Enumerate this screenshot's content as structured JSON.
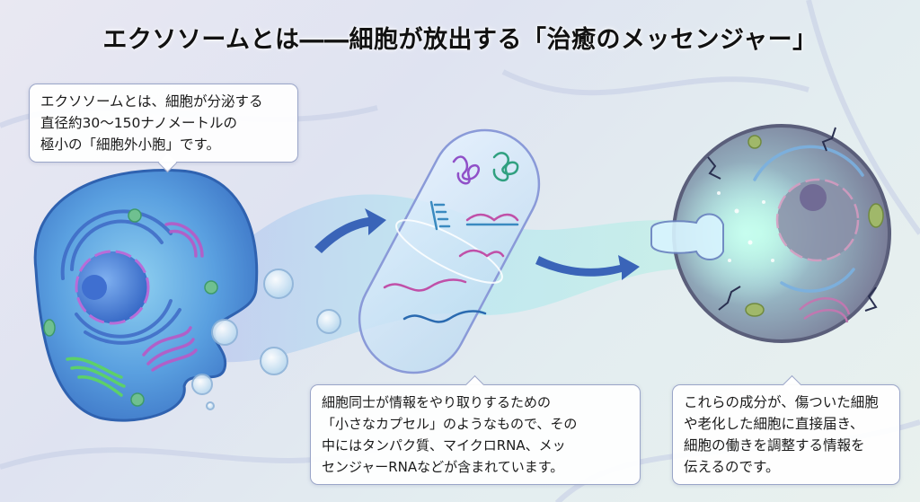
{
  "title": "エクソソームとは――細胞が放出する「治癒のメッセンジャー」",
  "callouts": {
    "definition": {
      "lines": [
        "エクソソームとは、細胞が分泌する",
        "直径約30〜150ナノメートルの",
        "極小の「細胞外小胞」です。"
      ]
    },
    "capsule": {
      "lines": [
        "細胞同士が情報をやり取りするための",
        "「小さなカプセル」のようなもので、その",
        "中にはタンパク質、マイクロRNA、メッ",
        "センジャーRNAなどが含まれています。"
      ]
    },
    "delivery": {
      "lines": [
        "これらの成分が、傷ついた細胞",
        "や老化した細胞に直接届き、",
        "細胞の働きを調整する情報を",
        "伝えるのです。"
      ]
    }
  },
  "illustration": {
    "source_cell": {
      "label": "secreting-cell",
      "color": "#4f8fd8"
    },
    "exosome_capsule": {
      "label": "exosome-capsule",
      "contents": [
        "protein",
        "protein",
        "microRNA",
        "microRNA",
        "microRNA",
        "mRNA",
        "mRNA"
      ]
    },
    "target_cell": {
      "label": "damaged-cell",
      "color": "#7d7f9c"
    },
    "colors": {
      "accent_blue": "#3f6fc0",
      "glow_teal": "#7ef0d8",
      "purple": "#9c5cc8",
      "green": "#3cb89a"
    }
  }
}
